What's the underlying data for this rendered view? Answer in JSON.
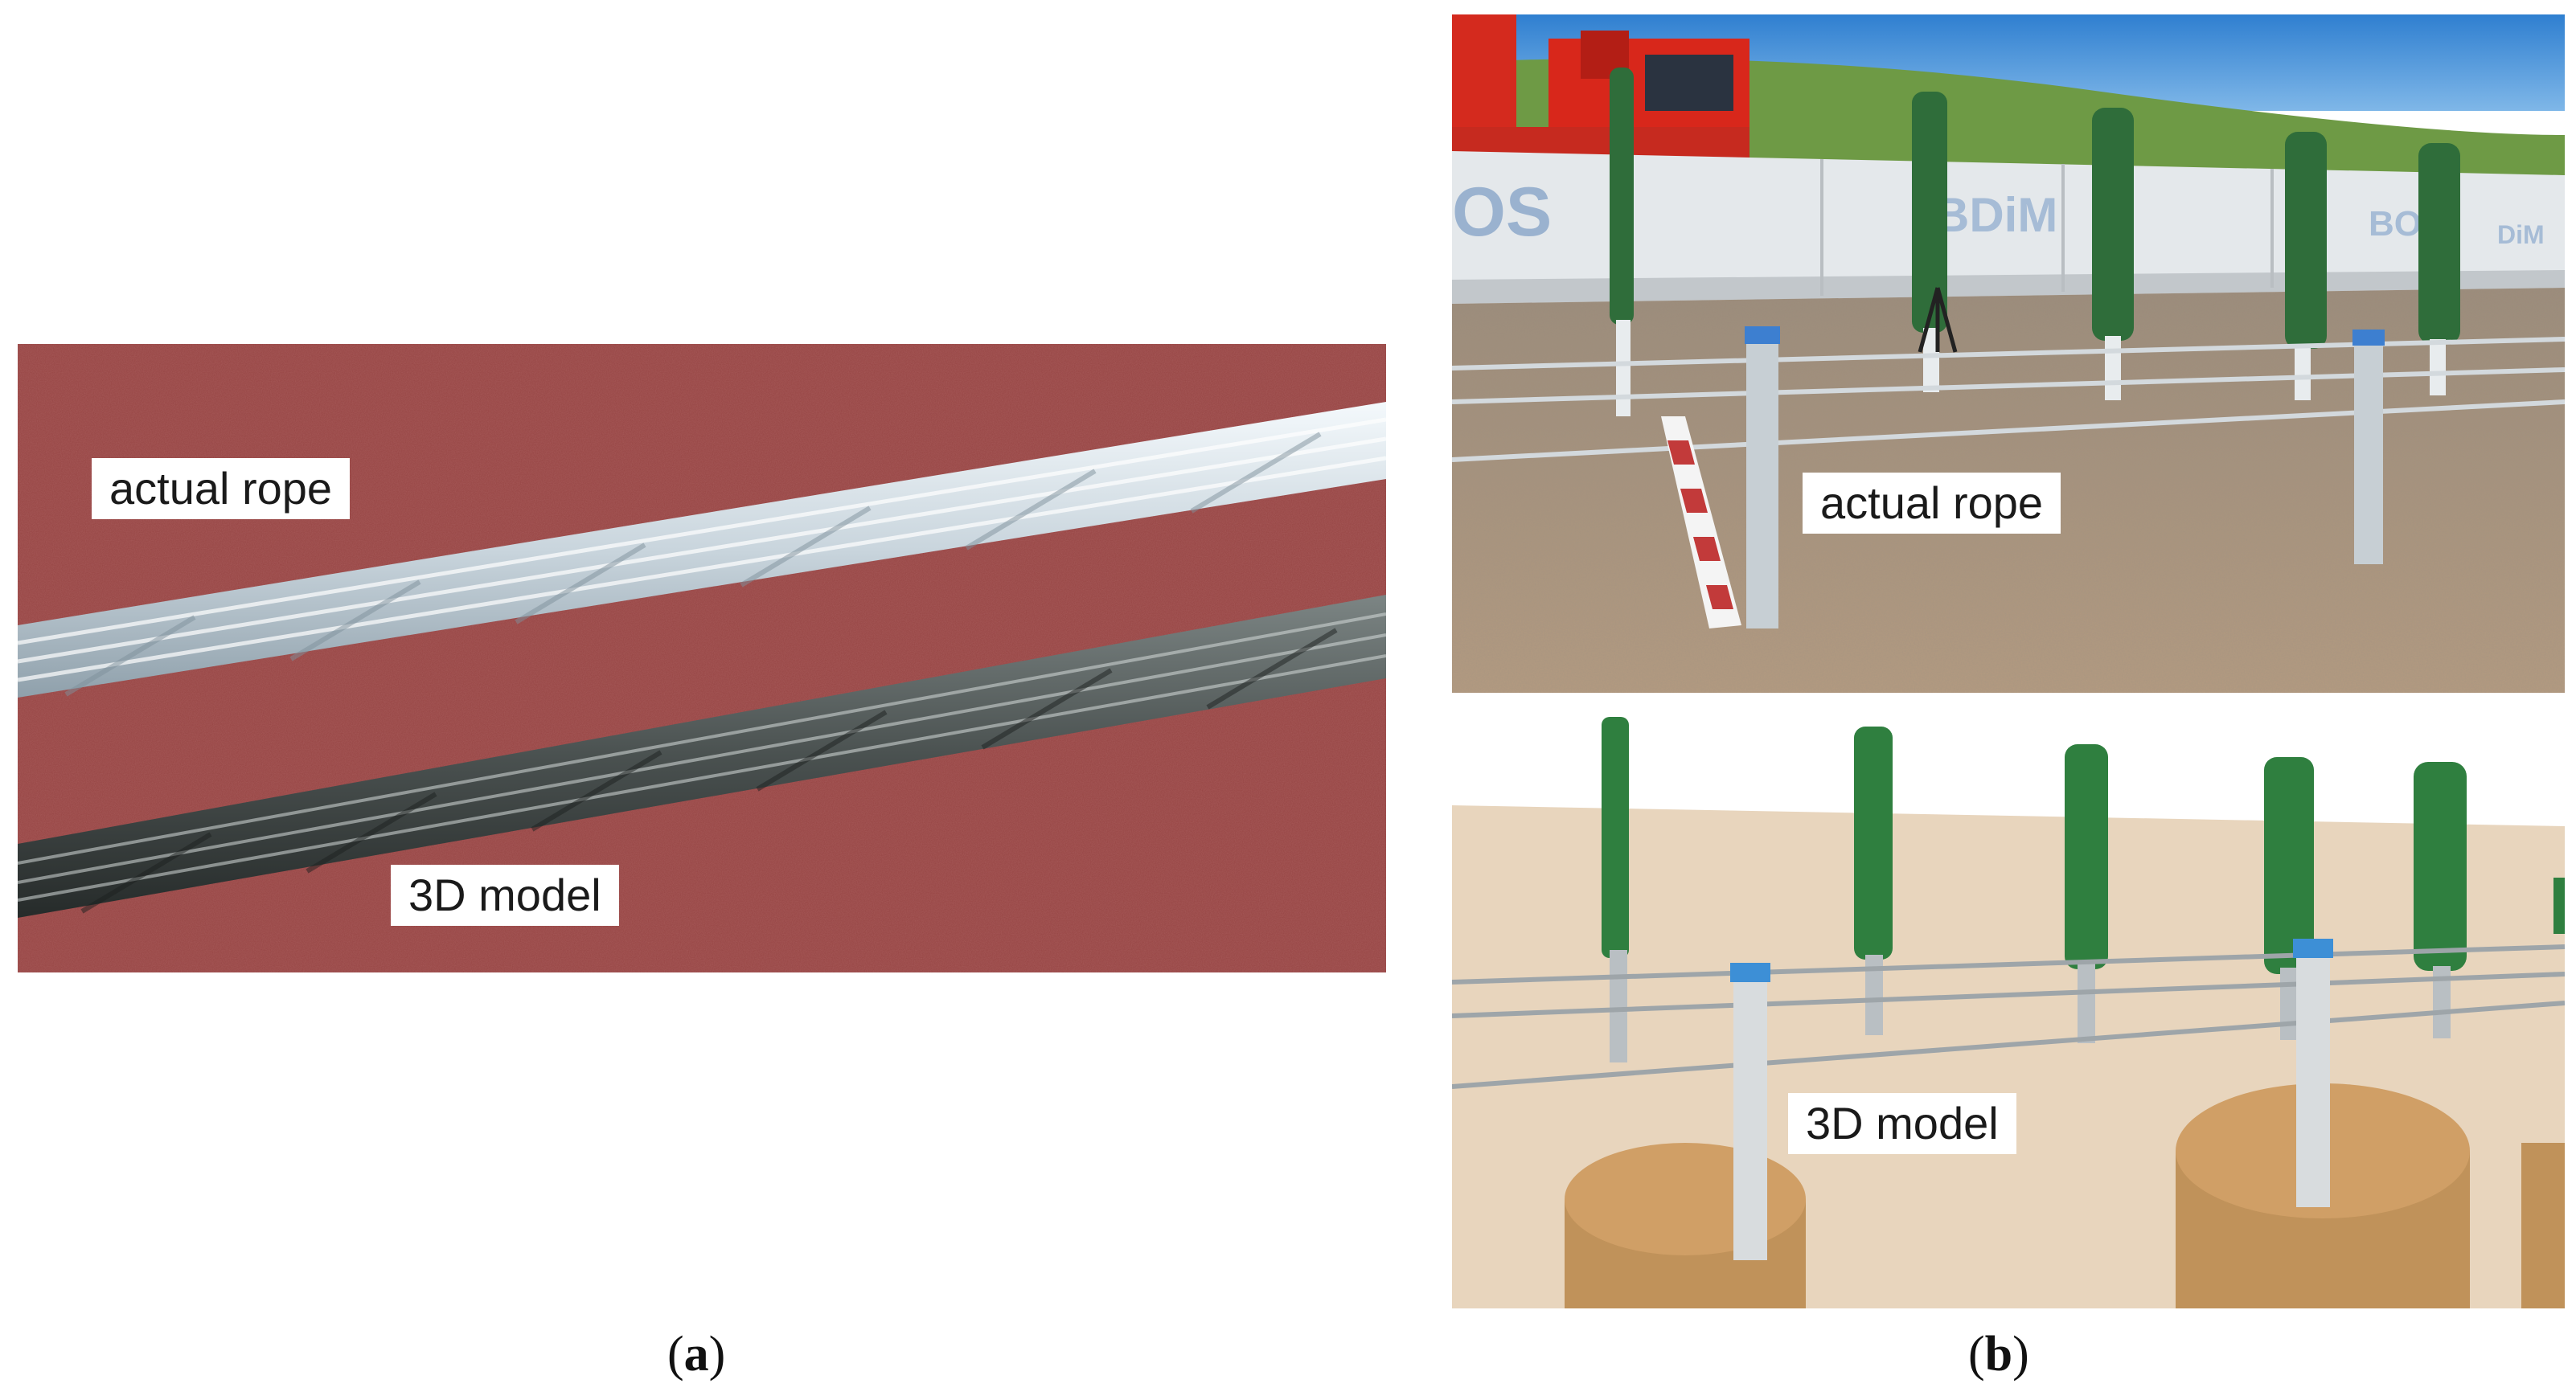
{
  "figure": {
    "panel_a": {
      "label_actual": "actual rope",
      "label_model": "3D model",
      "caption_letter": "a"
    },
    "panel_b": {
      "label_actual": "actual rope",
      "label_model": "3D model",
      "caption_letter": "b",
      "sign_text_left": "OS",
      "sign_text_center": "BDiM",
      "sign_text_right": "BOS",
      "sign_text_far_right": "DiM"
    },
    "colors": {
      "track_red": "#8f3c3c",
      "rope_white": "#dfe8ee",
      "rope_dark": "#4a5150",
      "post_green": "#2f6d3a",
      "model_green": "#2f7f3f",
      "model_bg": "#e8d5bd",
      "cylinder": "#c0925a",
      "cap_blue": "#3d8fd6"
    }
  }
}
